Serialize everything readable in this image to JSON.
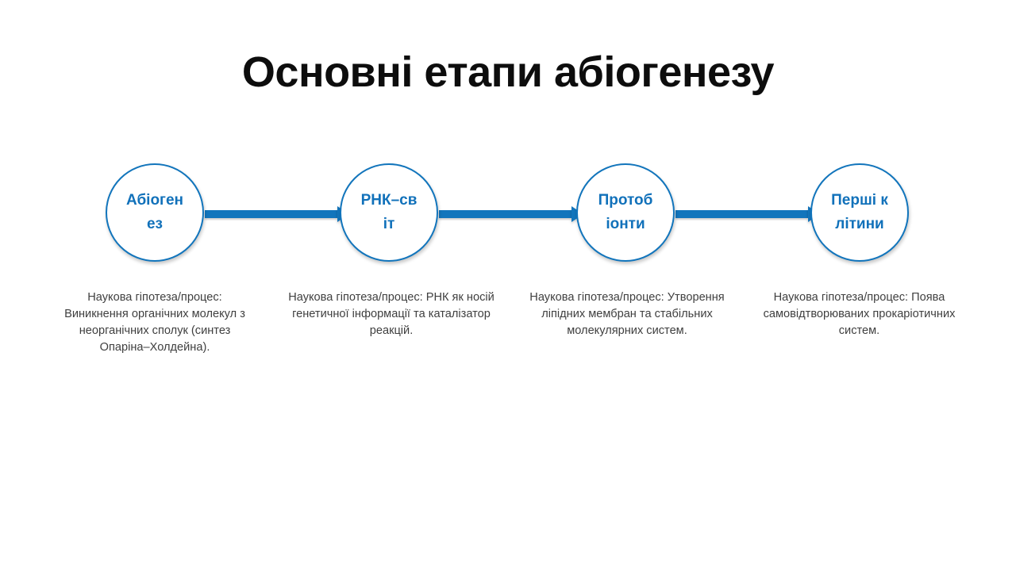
{
  "slide": {
    "title": "Основні етапи абіогенезу",
    "background_color": "#FFFFFF",
    "accent_color": "#1275BC",
    "title_color": "#0D0D0D",
    "caption_color": "#3F3F3F"
  },
  "stages": [
    {
      "id": "abiogenesis",
      "label": "Абіогенез",
      "caption": "Наукова гіпотеза/процес: Виникнення органічних молекул з неорганічних сполук (синтез Опаріна–Холдейна)."
    },
    {
      "id": "rna-world",
      "label": "РНК–світ",
      "caption": "Наукова гіпотеза/процес: РНК як носій генетичної інформації та каталізатор реакцій."
    },
    {
      "id": "protobionts",
      "label": "Протобіонти",
      "caption": "Наукова гіпотеза/процес: Утворення ліпідних мембран та стабільних молекулярних систем."
    },
    {
      "id": "first-cells",
      "label": "Перші клітини",
      "caption": "Наукова гіпотеза/процес: Поява самовідтворюваних прокаріотичних систем."
    }
  ],
  "connectors": [
    {
      "id": "arrow-1",
      "from": "abiogenesis",
      "to": "rna-world",
      "icon": "arrow-right-icon"
    },
    {
      "id": "arrow-2",
      "from": "rna-world",
      "to": "protobionts",
      "icon": "arrow-right-icon"
    },
    {
      "id": "arrow-3",
      "from": "protobionts",
      "to": "first-cells",
      "icon": "arrow-right-icon"
    }
  ]
}
